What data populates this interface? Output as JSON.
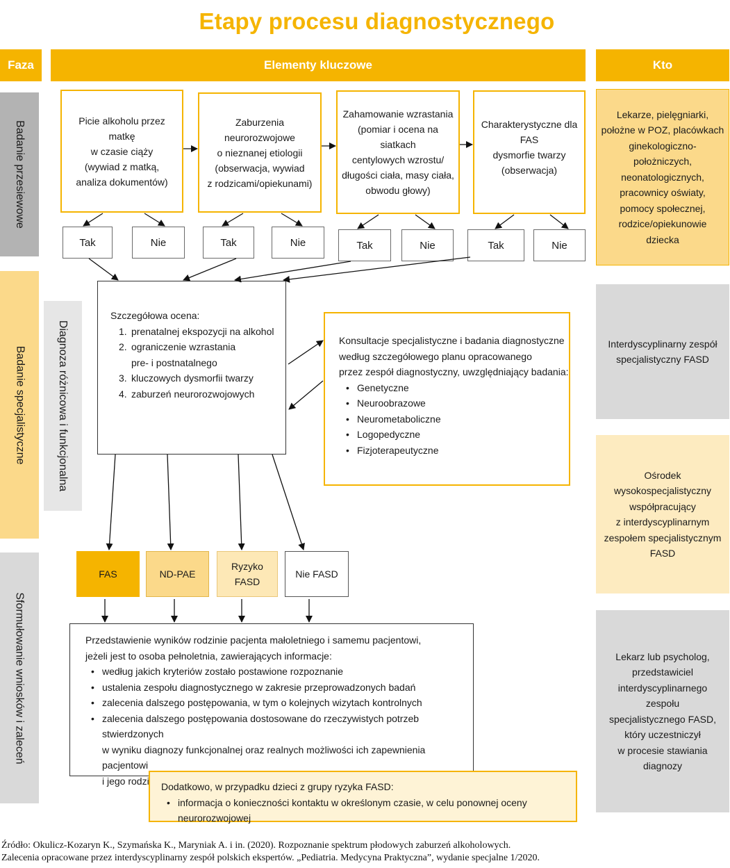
{
  "title": "Etapy procesu diagnostycznego",
  "header": {
    "faza": "Faza",
    "elementy": "Elementy kluczowe",
    "kto": "Kto"
  },
  "phases": {
    "screening": "Badanie przesiewowe",
    "specialist": "Badanie specjalistyczne",
    "conclusions": "Sformułowanie wniosków i zaleceń"
  },
  "differential_label": "Diagnoza różnicowa i funkcjonalna",
  "screening_boxes": [
    [
      "Picie alkoholu przez matkę",
      "w czasie ciąży",
      "(wywiad z matką,",
      "analiza dokumentów)"
    ],
    [
      "Zaburzenia neurorozwojowe",
      "o nieznanej etiologii",
      "(obserwacja, wywiad",
      "z rodzicami/opiekunami)"
    ],
    [
      "Zahamowanie wzrastania",
      "(pomiar i ocena na siatkach",
      "centylowych wzrostu/",
      "długości ciała, masy ciała,",
      "obwodu głowy)"
    ],
    [
      "Charakterystyczne dla FAS",
      "dysmorfie twarzy",
      "(obserwacja)",
      ""
    ]
  ],
  "answers": {
    "tak": "Tak",
    "nie": "Nie"
  },
  "assessment": {
    "heading": "Szczegółowa ocena:",
    "items": [
      {
        "n": "1.",
        "lines": [
          "prenatalnej ekspozycji na alkohol"
        ]
      },
      {
        "n": "2.",
        "lines": [
          "ograniczenie wzrastania",
          "pre-  i postnatalnego"
        ]
      },
      {
        "n": "3.",
        "lines": [
          "kluczowych dysmorfii twarzy"
        ]
      },
      {
        "n": "4.",
        "lines": [
          "zaburzeń neurorozwojowych"
        ]
      }
    ]
  },
  "consultation": {
    "lines": [
      "Konsultacje specjalistyczne i badania diagnostyczne",
      "według szczegółowego planu opracowanego",
      "przez zespół diagnostyczny, uwzględniający badania:"
    ],
    "items": [
      "Genetyczne",
      "Neuroobrazowe",
      "Neurometaboliczne",
      "Logopedyczne",
      "Fizjoterapeutyczne"
    ]
  },
  "diagnoses": [
    {
      "lines": [
        "FAS"
      ],
      "color": "#f5b400"
    },
    {
      "lines": [
        "ND-PAE"
      ],
      "color": "#fbd98a"
    },
    {
      "lines": [
        "Ryzyko",
        "FASD"
      ],
      "color": "#fde8b6"
    },
    {
      "lines": [
        "Nie FASD"
      ],
      "color": "#ffffff"
    }
  ],
  "results": {
    "lines": [
      "Przedstawienie wyników rodzinie pacjenta małoletniego i samemu pacjentowi,",
      "jeżeli jest to osoba pełnoletnia, zawierających  informacje:"
    ],
    "items": [
      [
        "według jakich kryteriów zostało postawione rozpoznanie"
      ],
      [
        "ustalenia zespołu diagnostycznego w zakresie przeprowadzonych badań"
      ],
      [
        "zalecenia dalszego postępowania, w tym o kolejnych wizytach kontrolnych"
      ],
      [
        "zalecenia dalszego postępowania dostosowane do rzeczywistych potrzeb stwierdzonych",
        "w wyniku diagnozy funkcjonalnej oraz realnych możliwości ich zapewnienia pacjentowi",
        "i jego rodzinie."
      ]
    ]
  },
  "additional": {
    "line": "Dodatkowo, w przypadku dzieci z grupy ryzyka FASD:",
    "item": "informacja o konieczności kontaktu w określonym czasie, w celu ponownej oceny neurorozwojowej"
  },
  "kto": [
    {
      "lines": [
        "Lekarze, pielęgniarki,",
        "położne w POZ, placówkach",
        "ginekologiczno-położniczych,",
        "neonatologicznych,",
        "pracownicy oświaty,",
        "pomocy społecznej,",
        "rodzice/opiekunowie",
        "dziecka"
      ],
      "color": "#fbd98a"
    },
    {
      "lines": [
        "Interdyscyplinarny zespół",
        "specjalistyczny FASD"
      ],
      "color": "#d9d9d9"
    },
    {
      "lines": [
        "Ośrodek",
        "wysokospecjalistyczny",
        "współpracujący",
        "z  interdyscyplinarnym",
        "zespołem specjalistycznym",
        "FASD"
      ],
      "color": "#fdebc0"
    },
    {
      "lines": [
        "Lekarz lub psycholog,",
        "przedstawiciel",
        "interdyscyplinarnego zespołu",
        "specjalistycznego FASD,",
        "który uczestniczył",
        "w procesie stawiania diagnozy"
      ],
      "color": "#d9d9d9"
    }
  ],
  "source": [
    "Źródło: Okulicz-Kozaryn K., Szymańska K., Maryniak A. i in. (2020). Rozpoznanie spektrum płodowych zaburzeń alkoholowych.",
    "Zalecenia opracowane przez interdyscyplinarny zespół polskich ekspertów. „Pediatria. Medycyna Praktyczna”, wydanie specjalne 1/2020."
  ],
  "colors": {
    "accent": "#f5b400",
    "screening_phase": "#b3b3b3",
    "specialist_phase": "#fbd98a",
    "conclusions_phase": "#d9d9d9",
    "differential": "#e6e6e6"
  }
}
